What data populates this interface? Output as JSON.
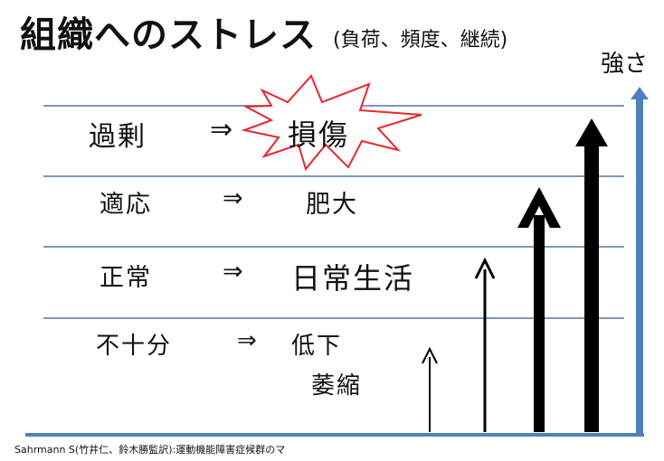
{
  "title": {
    "main": "組織へのストレス",
    "sub": "(負荷、頻度、継続)"
  },
  "axis": {
    "label": "強さ",
    "color": "#4F81BD"
  },
  "gridline_color": "#7F97B8",
  "levels": [
    {
      "stimulus": "過剰",
      "arrow": "⇒",
      "result": "損傷",
      "burst": true
    },
    {
      "stimulus": "適応",
      "arrow": "⇒",
      "result": "肥大"
    },
    {
      "stimulus": "正常",
      "arrow": "⇒",
      "result": "日常生活"
    },
    {
      "stimulus": "不十分",
      "arrow": "⇒",
      "result": "低下",
      "result2": "萎縮"
    }
  ],
  "caption": "Sahrmann S(竹井仁、鈴木勝監訳):運動機能障害症候群のマ",
  "burst_color": "#E8262B"
}
